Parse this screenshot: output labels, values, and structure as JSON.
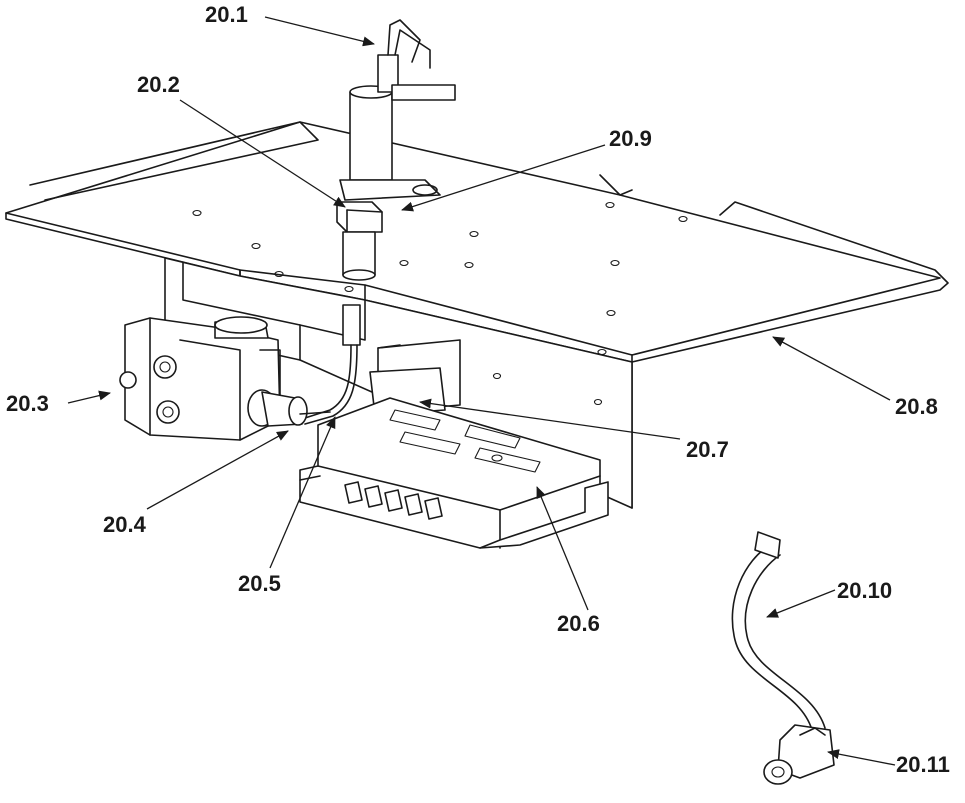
{
  "labels": {
    "l201": "20.1",
    "l202": "20.2",
    "l203": "20.3",
    "l204": "20.4",
    "l205": "20.5",
    "l206": "20.6",
    "l207": "20.7",
    "l208": "20.8",
    "l209": "20.9",
    "l2010": "20.10",
    "l2011": "20.11"
  },
  "colors": {
    "line": "#1a1a1a",
    "background": "#ffffff"
  }
}
